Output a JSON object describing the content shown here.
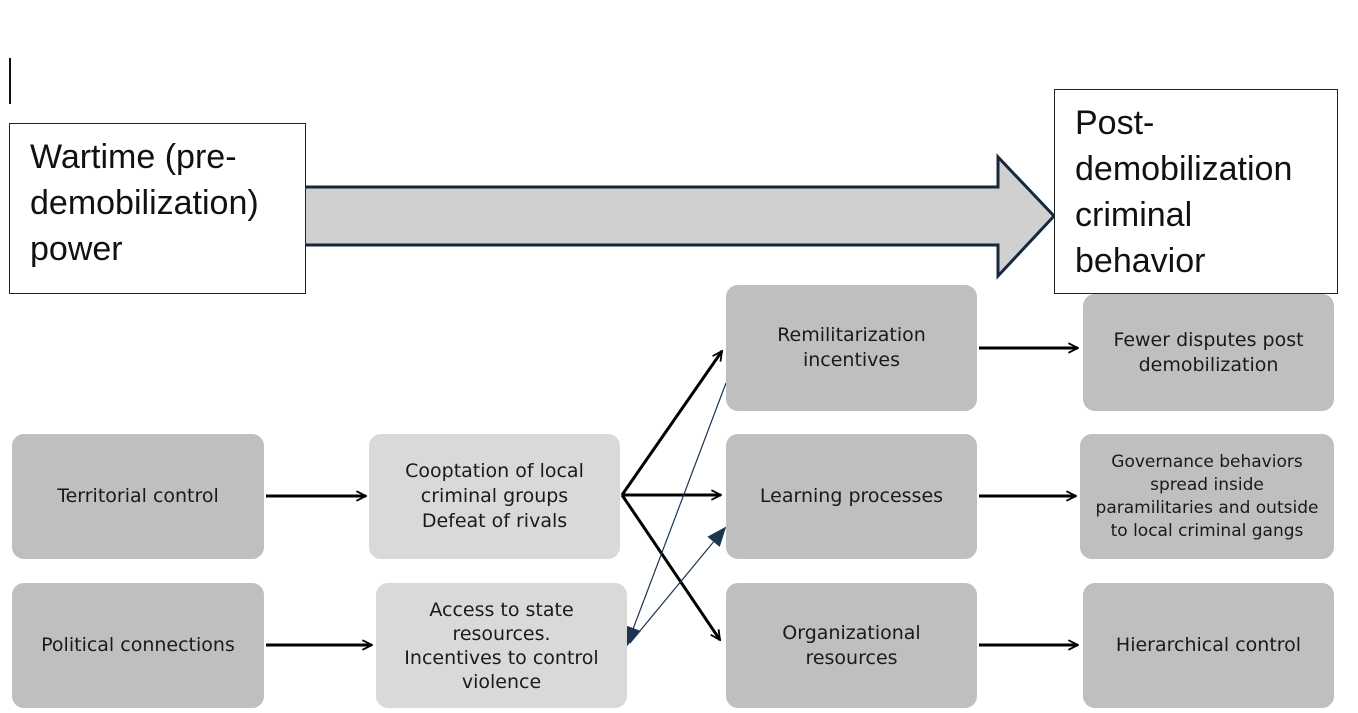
{
  "diagram": {
    "header_left": "Wartime (pre-\ndemobilization)\npower",
    "header_right": "Post-\ndemobilization\ncriminal\nbehavior",
    "colors": {
      "box_dark": "#bfbfbf",
      "box_light": "#d9d9d9",
      "big_arrow_fill": "#d0d0d0",
      "big_arrow_stroke": "#16283a",
      "thin_arrow": "#1c3550"
    },
    "nodes": {
      "territorial_control": "Territorial control",
      "political_connections": "Political connections",
      "cooptation": "Cooptation of local\ncriminal groups\nDefeat of rivals",
      "access_state": "Access to state\nresources.\nIncentives to control\nviolence",
      "remilitarization": "Remilitarization\nincentives",
      "learning": "Learning processes",
      "organizational": "Organizational\nresources",
      "fewer_disputes": "Fewer disputes post\ndemobilization",
      "governance": "Governance behaviors\nspread inside\nparamilitaries and outside\nto local criminal gangs",
      "hierarchical": "Hierarchical control"
    },
    "edges": [
      {
        "from": "territorial_control",
        "to": "cooptation"
      },
      {
        "from": "political_connections",
        "to": "access_state"
      },
      {
        "from": "cooptation",
        "to": "remilitarization"
      },
      {
        "from": "cooptation",
        "to": "learning"
      },
      {
        "from": "cooptation",
        "to": "organizational"
      },
      {
        "from": "remilitarization",
        "to": "access_state",
        "style": "thin"
      },
      {
        "from": "access_state",
        "to": "learning",
        "style": "thin"
      },
      {
        "from": "remilitarization",
        "to": "fewer_disputes"
      },
      {
        "from": "learning",
        "to": "governance"
      },
      {
        "from": "organizational",
        "to": "hierarchical"
      }
    ]
  }
}
